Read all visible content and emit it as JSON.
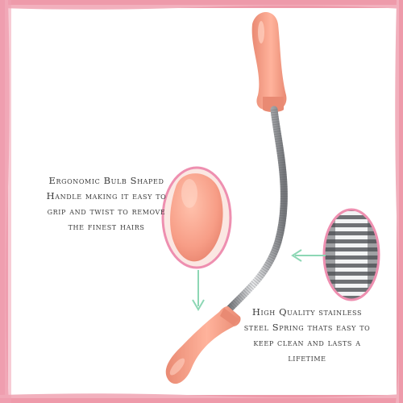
{
  "colors": {
    "border": "#ee9aaa",
    "handle": "#f7a08a",
    "handle_dark": "#e98a73",
    "arrow": "#8dd7b5",
    "circle_outline": "#ee8fb0",
    "spring_steel": "#8d8f92"
  },
  "callouts": {
    "handle": {
      "lines": [
        "Ergonomic Bulb Shaped",
        "Handle making it easy to",
        "grip and twist to remove",
        "the finest hairs"
      ]
    },
    "spring": {
      "lines": [
        "High Quality stainless",
        "steel Spring thats easy to",
        "keep clean and lasts a",
        "lifetime"
      ]
    }
  },
  "icons": {
    "handle_arrow": "arrow-down-icon",
    "spring_arrow": "arrow-left-icon"
  }
}
